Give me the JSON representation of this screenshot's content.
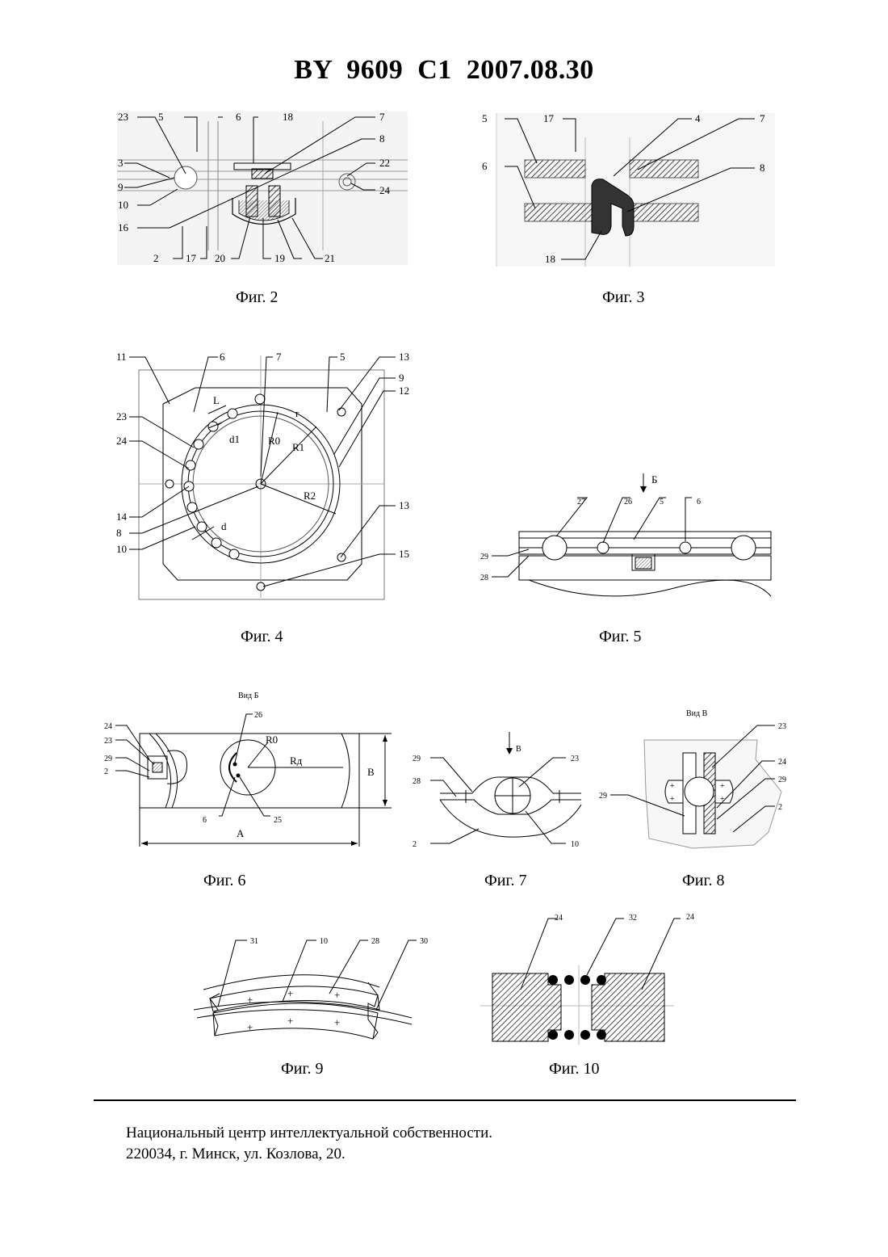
{
  "document": {
    "header": "BY  9609  C1  2007.08.30"
  },
  "figures": {
    "fig2": {
      "caption": "Фиг. 2",
      "labels": [
        "23",
        "5",
        "6",
        "18",
        "7",
        "8",
        "3",
        "22",
        "9",
        "24",
        "10",
        "16",
        "2",
        "17",
        "20",
        "19",
        "21"
      ]
    },
    "fig3": {
      "caption": "Фиг. 3",
      "labels": [
        "5",
        "17",
        "4",
        "7",
        "6",
        "8",
        "18"
      ]
    },
    "fig4": {
      "caption": "Фиг. 4",
      "labels": [
        "11",
        "6",
        "7",
        "5",
        "13",
        "9",
        "12",
        "L",
        "r",
        "23",
        "R0",
        "d1",
        "R1",
        "24",
        "R2",
        "14",
        "8",
        "d",
        "10",
        "13",
        "15"
      ]
    },
    "fig5": {
      "caption": "Фиг. 5",
      "view_marker": "Б",
      "labels": [
        "27",
        "26",
        "5",
        "6",
        "29",
        "28"
      ]
    },
    "fig6": {
      "caption": "Фиг. 6",
      "view_title": "Вид Б",
      "labels": [
        "24",
        "23",
        "29",
        "2",
        "26",
        "R0",
        "Rд",
        "B",
        "6",
        "25",
        "A"
      ]
    },
    "fig7": {
      "caption": "Фиг. 7",
      "view_marker": "B",
      "labels": [
        "29",
        "23",
        "28",
        "2",
        "10"
      ]
    },
    "fig8": {
      "caption": "Фиг. 8",
      "view_title": "Вид В",
      "labels": [
        "23",
        "24",
        "29",
        "29",
        "2"
      ]
    },
    "fig9": {
      "caption": "Фиг. 9",
      "labels": [
        "31",
        "10",
        "28",
        "30"
      ]
    },
    "fig10": {
      "caption": "Фиг. 10",
      "labels": [
        "24",
        "32",
        "24"
      ]
    }
  },
  "footer": {
    "line1": "Национальный центр интеллектуальной собственности.",
    "line2": "220034, г. Минск, ул. Козлова, 20."
  }
}
